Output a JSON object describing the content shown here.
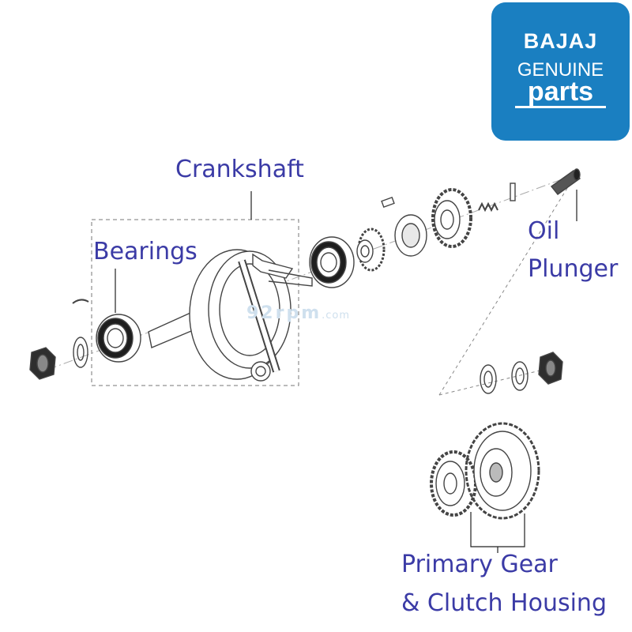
{
  "labels": {
    "crankshaft": "Crankshaft",
    "bearings": "Bearings",
    "oil": "Oil",
    "plunger": "Plunger",
    "primary_gear": "Primary Gear",
    "clutch_housing": "& Clutch Housing"
  },
  "logo": {
    "brand": "BAJAJ",
    "genuine": "GENUINE",
    "parts": "parts"
  },
  "watermark": {
    "name": "92rpm",
    "suffix": ".com"
  },
  "colors": {
    "callout_text": "#3b3ba6",
    "logo_background": "#1a7fc1",
    "line_art": "#444444"
  }
}
